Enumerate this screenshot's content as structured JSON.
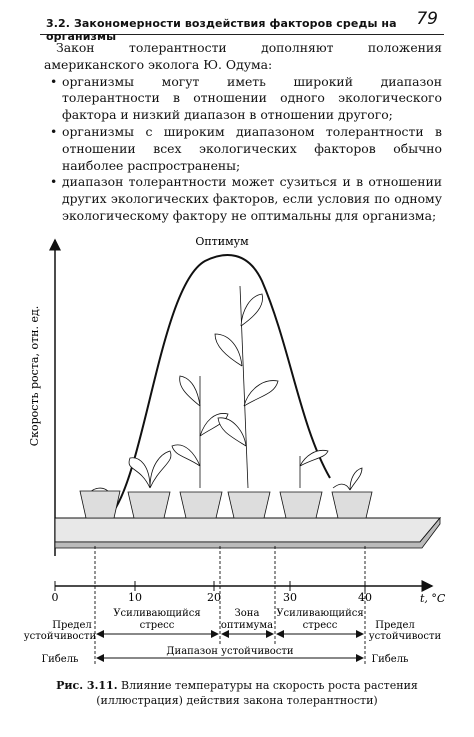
{
  "header": {
    "title": "3.2. Закономерности воздействия факторов среды на организмы",
    "page_number": "79"
  },
  "text": {
    "intro": "Закон толерантности дополняют положения американского эколога Ю. Одума:",
    "bullets": [
      "организмы могут иметь широкий диапазон толерантности в отношении одного экологического фактора и низкий диапазон в отношении другого;",
      "организмы с широким диапазоном толерантности в отношении всех экологических факторов обычно наиболее распространены;",
      "диапазон толерантности может сузиться и в отношении других экологических факторов, если условия по одному экологическому фактору не оптимальны для организма;"
    ]
  },
  "figure": {
    "optimum_label": "Оптимум",
    "y_axis_label": "Скорость роста, отн. ед.",
    "x_axis_label": "t, °C",
    "ticks": [
      "0",
      "10",
      "20",
      "30",
      "40"
    ],
    "zones": {
      "left_limit": [
        "Предел",
        "устойчивости"
      ],
      "left_stress": [
        "Усиливающийся",
        "стресс"
      ],
      "optimum_zone": [
        "Зона",
        "оптимума"
      ],
      "right_stress": [
        "Усиливающийся",
        "стресс"
      ],
      "right_limit": [
        "Предел",
        "устойчивости"
      ],
      "death_left": "Гибель",
      "tolerance_range": "Диапазон устойчивости",
      "death_right": "Гибель"
    }
  },
  "caption": {
    "number": "Рис. 3.11.",
    "text": "Влияние температуры на скорость роста растения (иллюстрация) действия закона толерантности)"
  }
}
